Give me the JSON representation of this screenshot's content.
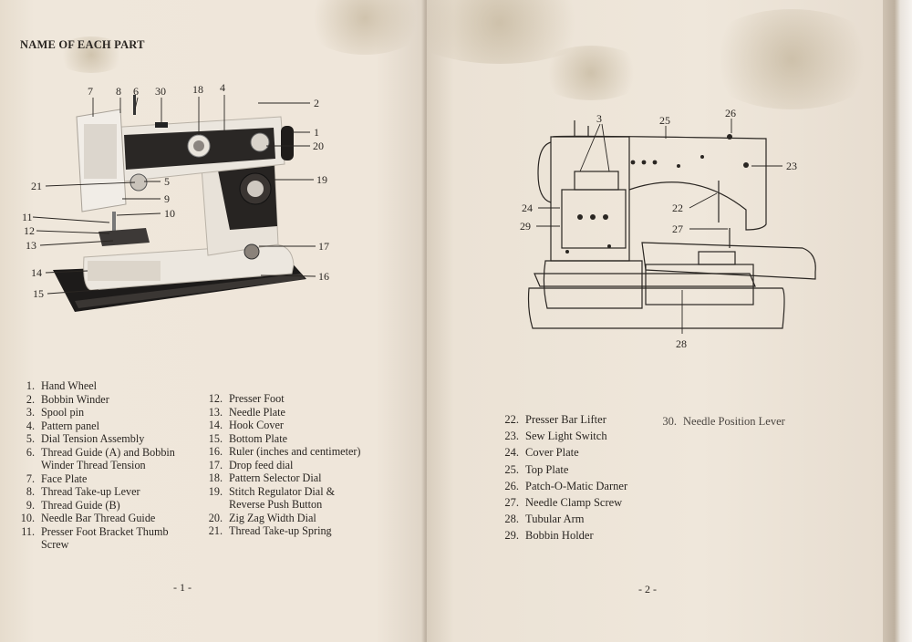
{
  "left_page": {
    "heading": "NAME OF EACH PART",
    "photo_callouts": [
      "7",
      "8",
      "6",
      "30",
      "18",
      "4",
      "2",
      "1",
      "20",
      "21",
      "5",
      "19",
      "9",
      "11",
      "10",
      "12",
      "13",
      "17",
      "14",
      "16",
      "15"
    ],
    "parts_col1": [
      {
        "num": "1.",
        "text": "Hand Wheel"
      },
      {
        "num": "2.",
        "text": "Bobbin Winder"
      },
      {
        "num": "3.",
        "text": "Spool pin"
      },
      {
        "num": "4.",
        "text": "Pattern panel"
      },
      {
        "num": "5.",
        "text": "Dial Tension Assembly"
      },
      {
        "num": "6.",
        "text": "Thread Guide (A) and Bobbin\nWinder Thread Tension"
      },
      {
        "num": "7.",
        "text": "Face Plate"
      },
      {
        "num": "8.",
        "text": "Thread Take-up Lever"
      },
      {
        "num": "9.",
        "text": "Thread Guide (B)"
      },
      {
        "num": "10.",
        "text": "Needle Bar Thread Guide"
      },
      {
        "num": "11.",
        "text": "Presser Foot Bracket Thumb\nScrew"
      }
    ],
    "parts_col2": [
      {
        "num": "12.",
        "text": "Presser Foot"
      },
      {
        "num": "13.",
        "text": "Needle Plate"
      },
      {
        "num": "14.",
        "text": "Hook Cover"
      },
      {
        "num": "15.",
        "text": "Bottom Plate"
      },
      {
        "num": "16.",
        "text": "Ruler (inches and centimeter)"
      },
      {
        "num": "17.",
        "text": "Drop feed dial"
      },
      {
        "num": "18.",
        "text": "Pattern Selector Dial"
      },
      {
        "num": "19.",
        "text": "Stitch Regulator Dial &\nReverse Push Button"
      },
      {
        "num": "20.",
        "text": "Zig Zag Width Dial"
      },
      {
        "num": "21.",
        "text": "Thread Take-up Spring"
      }
    ],
    "page_number": "- 1 -"
  },
  "right_page": {
    "diagram_callouts": [
      "3",
      "25",
      "26",
      "23",
      "24",
      "22",
      "29",
      "27",
      "28"
    ],
    "parts_col3": [
      {
        "num": "22.",
        "text": "Presser Bar Lifter"
      },
      {
        "num": "23.",
        "text": "Sew Light Switch"
      },
      {
        "num": "24.",
        "text": "Cover Plate"
      },
      {
        "num": "25.",
        "text": "Top Plate"
      },
      {
        "num": "26.",
        "text": "Patch-O-Matic Darner"
      },
      {
        "num": "27.",
        "text": "Needle Clamp Screw"
      },
      {
        "num": "28.",
        "text": "Tubular Arm"
      },
      {
        "num": "29.",
        "text": "Bobbin Holder"
      }
    ],
    "parts_col4": [
      {
        "num": "30.",
        "text": "Needle Position Lever"
      }
    ],
    "page_number": "- 2 -"
  }
}
